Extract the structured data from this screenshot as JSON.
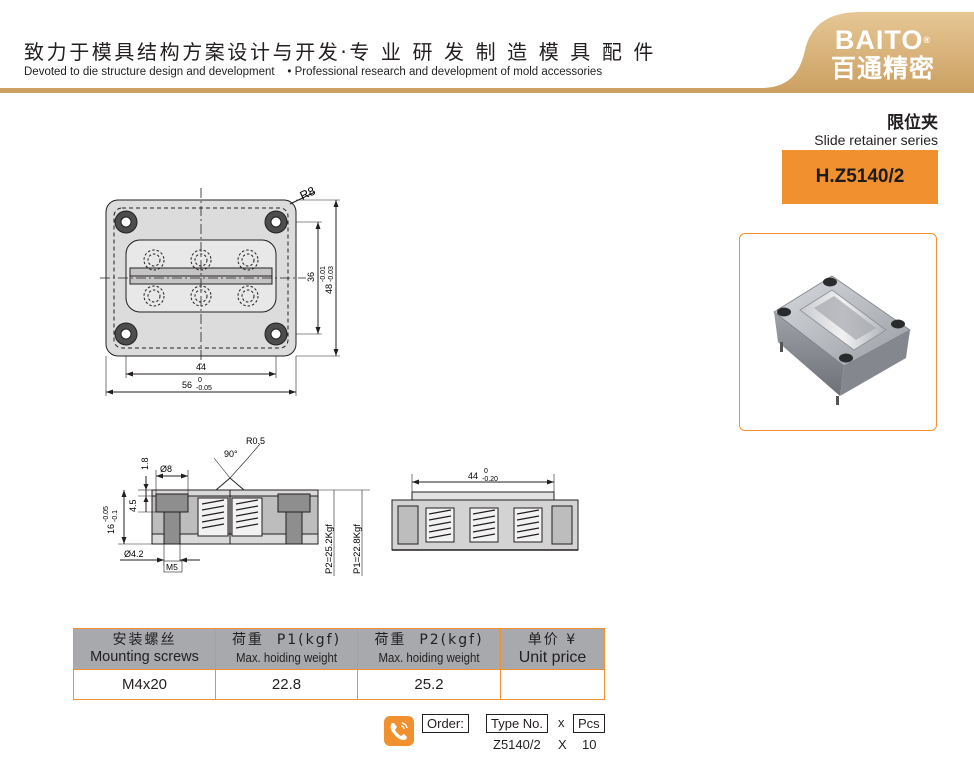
{
  "header": {
    "headline_cn": "致力于模具结构方案设计与开发·专 业 研 发 制 造 模 具 配 件",
    "headline_en": "Devoted to die structure design and development    • Professional research and development of mold accessories",
    "brand_name": "BAITO",
    "brand_reg": "®",
    "brand_cn": "百通精密"
  },
  "product": {
    "series_cn": "限位夹",
    "series_en": "Slide retainer series",
    "model": "H.Z5140/2"
  },
  "drawing": {
    "top_view": {
      "radius": "R8",
      "dim_inner_height": "36",
      "dim_outer_height": "48",
      "dim_outer_height_tol_upper": "-0.01",
      "dim_outer_height_tol_lower": "-0.03",
      "dim_inner_width": "44",
      "dim_outer_width": "56",
      "dim_outer_width_tol_upper": "0",
      "dim_outer_width_tol_lower": "-0.05"
    },
    "side_view": {
      "radius": "R0.5",
      "angle": "90°",
      "dim_top": "1.8",
      "dim_counterbore": "Ø8",
      "dim_step": "4.5",
      "dim_height": "16",
      "dim_height_tol_upper": "-0.05",
      "dim_height_tol_lower": "-0.1",
      "dim_hole": "Ø4.2",
      "dim_screw": "M5",
      "load_p2": "P2=25.2Kgf",
      "load_p1": "P1=22.8Kgf"
    },
    "section_view": {
      "dim_width": "44",
      "dim_width_tol_upper": "0",
      "dim_width_tol_lower": "-0.20"
    }
  },
  "table": {
    "headers": [
      {
        "cn": "安装螺丝",
        "en": "Mounting screws"
      },
      {
        "cn": "荷重  P1(kgf)",
        "en": "Max. hoiding weight"
      },
      {
        "cn": "荷重  P2(kgf)",
        "en": "Max. hoiding weight"
      },
      {
        "cn": "单价 ¥",
        "en": "Unit price"
      }
    ],
    "row": [
      "M4x20",
      "22.8",
      "25.2",
      ""
    ]
  },
  "order": {
    "label": "Order:",
    "type_no": "Type No.",
    "x_sep": "x",
    "pcs": "Pcs",
    "example_type": "Z5140/2",
    "example_x": "X",
    "example_qty": "10"
  },
  "colors": {
    "accent_orange": "#f0902e",
    "header_tan": "#d9b984",
    "table_header_gray": "#a7a9ac"
  }
}
